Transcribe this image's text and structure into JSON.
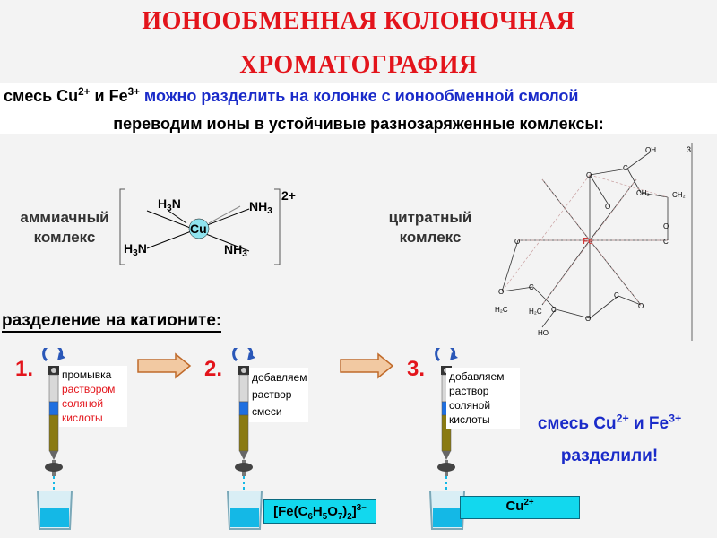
{
  "title": {
    "line1": "ИОНООБМЕННАЯ КОЛОНОЧНАЯ",
    "line2": "ХРОМАТОГРАФИЯ"
  },
  "intro": {
    "mix_prefix": "смесь Cu",
    "cu_charge": "2+",
    "mix_and": " и Fe",
    "fe_charge": "3+",
    "mix_rest": " можно разделить на колонке с ионообменной смолой",
    "line2": "переводим ионы в устойчивые разнозаряженные комлексы:"
  },
  "complexes": {
    "ammonia_label_1": "аммиачный",
    "ammonia_label_2": "комлекс",
    "citrate_label_1": "цитратный",
    "citrate_label_2": "комлекс",
    "ammonia_formula": {
      "center": "Cu",
      "ligand_tl": "H3N",
      "ligand_tr": "NH3",
      "ligand_bl": "H3N",
      "ligand_br": "NH3",
      "charge": "2+"
    },
    "citrate_formula": {
      "center": "Fe",
      "charge": "3",
      "oh": "OH",
      "ho": "HO"
    }
  },
  "section_title": "разделение на катионите:",
  "steps": [
    {
      "number": "1.",
      "text_black": "промывка",
      "text_red": [
        "раствором",
        "соляной",
        "кислоты"
      ]
    },
    {
      "number": "2.",
      "text_black": [
        "добавляем",
        "раствор",
        "смеси"
      ],
      "product": "[Fe(C6H5O7)2]3−"
    },
    {
      "number": "3.",
      "text_black": [
        "добавляем",
        "раствор",
        "соляной",
        "кислоты"
      ],
      "product": "Cu2+"
    }
  ],
  "products": {
    "fe_prefix": "[Fe(C",
    "fe_6": "6",
    "fe_h": "H",
    "fe_5": "5",
    "fe_o": "O",
    "fe_7": "7",
    "fe_close": ")",
    "fe_2": "2",
    "fe_bracket": "]",
    "fe_charge": "3−",
    "cu": "Cu",
    "cu_charge": "2+"
  },
  "result": {
    "line1_prefix": "смесь Cu",
    "cu_charge": "2+",
    "line1_mid": " и Fe",
    "fe_charge": "3+",
    "line2": "разделили!"
  },
  "colors": {
    "title": "#e3141b",
    "blue_text": "#1a2bc9",
    "column_fill": "#8a7a12",
    "column_blue": "#1f6fe0",
    "arrow": "#e89a5a",
    "tag": "#12d8ee"
  }
}
